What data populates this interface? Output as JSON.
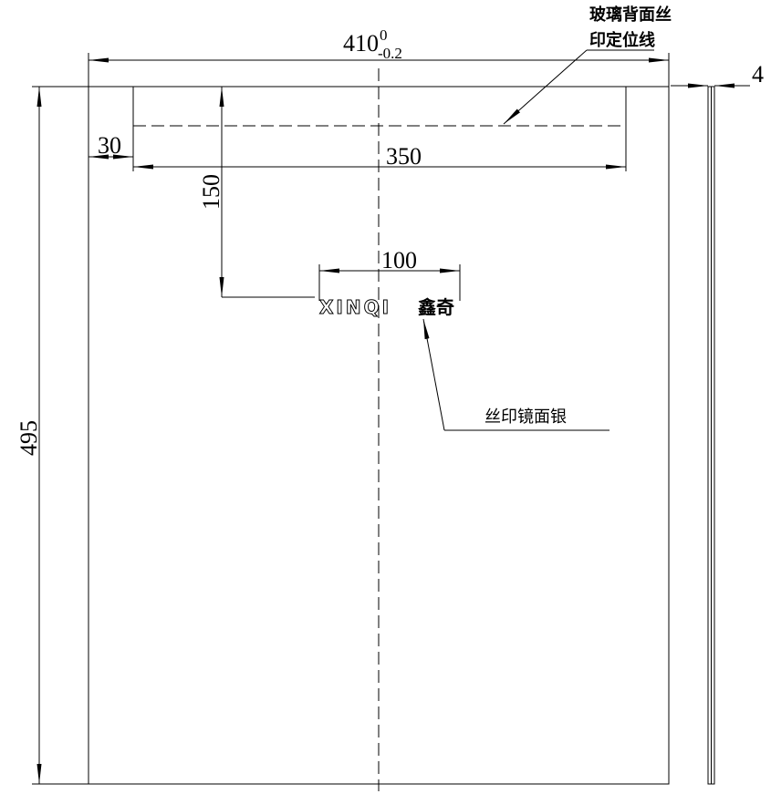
{
  "dimensions": {
    "width": "410",
    "width_tol_upper": "0",
    "width_tol_lower": "-0.2",
    "height": "495",
    "margin_left": "30",
    "print_line_length": "350",
    "logo_offset_top": "150",
    "logo_width": "100",
    "thickness": "4"
  },
  "labels": {
    "print_line_1": "玻璃背面丝",
    "print_line_2": "印定位线",
    "logo_note": "丝印镜面银"
  },
  "logo": {
    "text_latin": "XINQI",
    "text_cn": "鑫奇"
  }
}
